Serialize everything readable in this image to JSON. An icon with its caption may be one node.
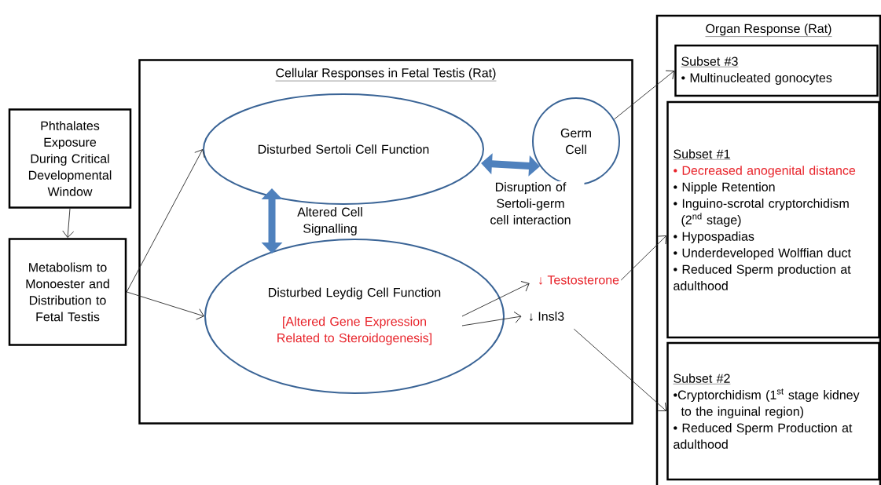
{
  "diagram": {
    "nodes": [
      {
        "text": [
          "Phthalates Exposure During Critical Developmental Window"
        ]
      },
      {
        "text": [
          "Metabolism to Monoester and Distribution to Fetal Testis"
        ]
      },
      {
        "text": [
          "Cellular Responses in Fetal Testis (Rat)"
        ]
      },
      {
        "text": [
          "Disturbed Sertoli Cell Function"
        ],
        "in": 2
      },
      {
        "text": [
          "Germ Cell"
        ],
        "in": 2
      },
      {
        "text": [
          "Disturbed Leydig Cell Function",
          "[Altered Gene Expression Related to Steroidogenesis]"
        ],
        "in": 2
      },
      {
        "text": [
          "↓ Testosterone"
        ],
        "in": 2
      },
      {
        "text": [
          "↓ Insl3"
        ],
        "in": 2
      },
      {
        "text": [
          "Organ Response (Rat)"
        ]
      },
      {
        "text": [
          "Subset #3",
          "• Multinucleated gonocytes"
        ],
        "in": 8
      },
      {
        "text": [
          "Subset #1",
          "• Decreased anogenital distance",
          "• Nipple Retention",
          "• Inguino-scrotal cryptorchidism (2$^{nd}$ stage)",
          "• Hypospadias",
          "• Underdeveloped Wolffian duct",
          "• Reduced Sperm production at adulthood"
        ],
        "in": 8
      },
      {
        "text": [
          "Subset #2",
          "•Cryptorchidism (1$^{st}$ stage kidney to the inguinal region)",
          "• Reduced Sperm Production at adulthood"
        ],
        "in": 8
      }
    ],
    "edges": [
      {
        "from": 0,
        "to": 1,
        "arrow": "to"
      },
      {
        "from": 1,
        "to": 3,
        "arrow": "to"
      },
      {
        "from": 1,
        "to": 5,
        "arrow": "to"
      },
      {
        "from": 3,
        "to": 5,
        "arrow": "both",
        "style": "thick",
        "color": "#4f81bd",
        "label": "Altered Cell Signalling"
      },
      {
        "from": 3,
        "to": 4,
        "arrow": "both",
        "style": "thick",
        "color": "#4f81bd",
        "label": "Disruption of Sertoli-germ cell interaction"
      },
      {
        "from": 5,
        "to": 6,
        "arrow": "to"
      },
      {
        "from": 5,
        "to": 7,
        "arrow": "to"
      },
      {
        "from": 4,
        "to": 9,
        "arrow": "to"
      },
      {
        "from": 6,
        "to": 10,
        "arrow": "to"
      },
      {
        "from": 7,
        "to": 11,
        "arrow": "to"
      }
    ]
  }
}
